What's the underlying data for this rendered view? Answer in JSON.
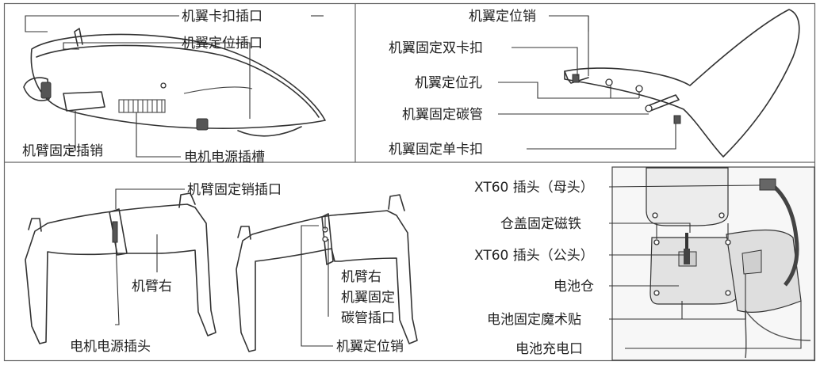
{
  "labels": {
    "wing_clip_socket": "机翼卡扣插口",
    "wing_locating_socket": "机翼定位插口",
    "arm_fixing_pin": "机臂固定插销",
    "motor_power_slot": "电机电源插槽",
    "wing_locating_pin": "机翼定位销",
    "wing_double_clip": "机翼固定双卡扣",
    "wing_locating_hole": "机翼定位孔",
    "wing_carbon_tube": "机翼固定碳管",
    "wing_single_clip": "机翼固定单卡扣",
    "arm_pin_socket": "机臂固定销插口",
    "arm_right_1": "机臂右",
    "motor_power_plug": "电机电源插头",
    "arm_right_2": "机臂右",
    "tube_socket_line1": "机翼固定",
    "tube_socket_line2": "碳管插口",
    "wing_locating_pin_2": "机翼定位销",
    "xt60_female": "XT60 插头（母头）",
    "cover_magnet": "仓盖固定磁铁",
    "xt60_male": "XT60 插头（公头）",
    "battery_bay": "电池仓",
    "battery_velcro": "电池固定魔术贴",
    "battery_charge_port": "电池充电口"
  }
}
